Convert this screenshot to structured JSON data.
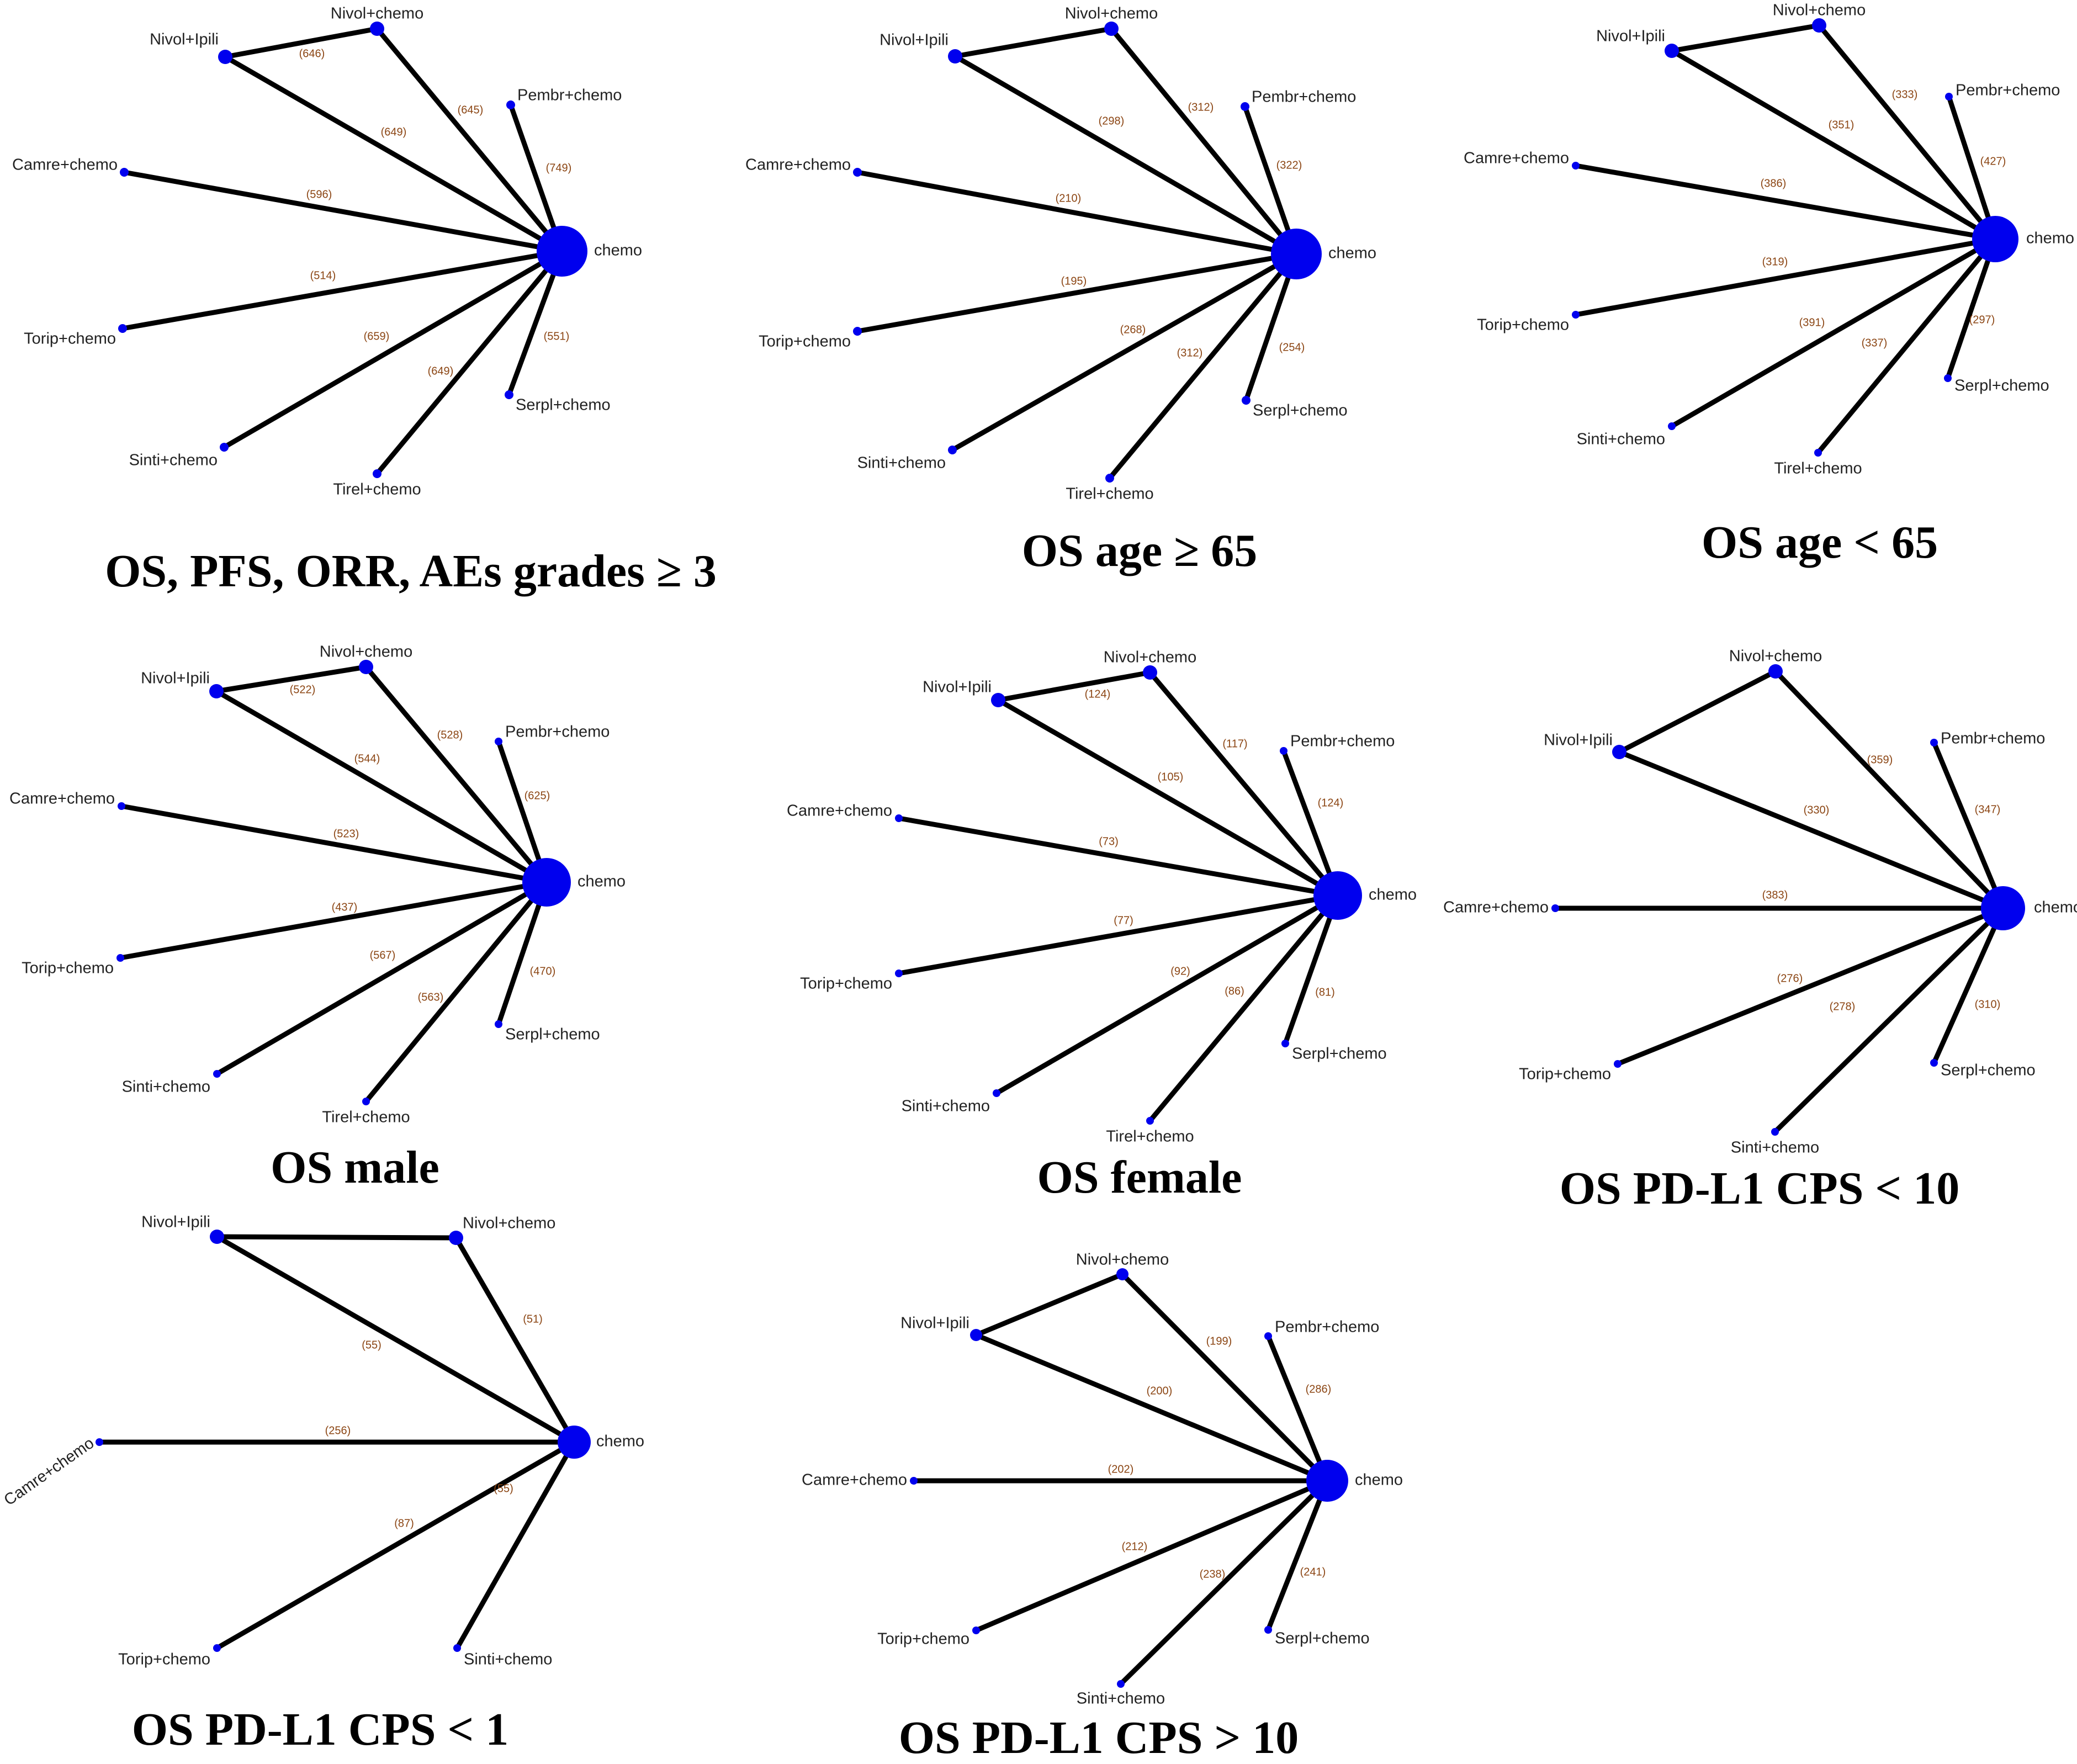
{
  "colors": {
    "node": "#0000ee",
    "edge": "#000000",
    "edge_label": "#8b4513",
    "node_label": "#222222"
  },
  "panels": [
    {
      "caption": "OS, PFS, ORR, AEs grades ≥ 3",
      "nodes": {
        "hub": "chemo",
        "nivip": "Nivol+Ipili",
        "nivch": "Nivol+chemo",
        "pem": "Pembr+chemo",
        "cam": "Camre+chemo",
        "tor": "Torip+chemo",
        "sin": "Sinti+chemo",
        "tir": "Tirel+chemo",
        "ser": "Serpl+chemo"
      },
      "edges": [
        {
          "a": "nivip",
          "b": "nivch",
          "n": "(646)"
        },
        {
          "a": "nivip",
          "b": "hub",
          "n": "(649)"
        },
        {
          "a": "nivch",
          "b": "hub",
          "n": "(645)"
        },
        {
          "a": "pem",
          "b": "hub",
          "n": "(749)"
        },
        {
          "a": "cam",
          "b": "hub",
          "n": "(596)"
        },
        {
          "a": "tor",
          "b": "hub",
          "n": "(514)"
        },
        {
          "a": "sin",
          "b": "hub",
          "n": "(659)"
        },
        {
          "a": "tir",
          "b": "hub",
          "n": "(649)"
        },
        {
          "a": "ser",
          "b": "hub",
          "n": "(551)"
        }
      ]
    },
    {
      "caption": "OS age ≥ 65",
      "nodes": {
        "hub": "chemo",
        "nivip": "Nivol+Ipili",
        "nivch": "Nivol+chemo",
        "pem": "Pembr+chemo",
        "cam": "Camre+chemo",
        "tor": "Torip+chemo",
        "sin": "Sinti+chemo",
        "tir": "Tirel+chemo",
        "ser": "Serpl+chemo"
      },
      "edges": [
        {
          "a": "nivip",
          "b": "nivch",
          "n": ""
        },
        {
          "a": "nivip",
          "b": "hub",
          "n": "(298)"
        },
        {
          "a": "nivch",
          "b": "hub",
          "n": "(312)"
        },
        {
          "a": "pem",
          "b": "hub",
          "n": "(322)"
        },
        {
          "a": "cam",
          "b": "hub",
          "n": "(210)"
        },
        {
          "a": "tor",
          "b": "hub",
          "n": "(195)"
        },
        {
          "a": "sin",
          "b": "hub",
          "n": "(268)"
        },
        {
          "a": "tir",
          "b": "hub",
          "n": "(312)"
        },
        {
          "a": "ser",
          "b": "hub",
          "n": "(254)"
        }
      ]
    },
    {
      "caption": "OS age < 65",
      "nodes": {
        "hub": "chemo",
        "nivip": "Nivol+Ipili",
        "nivch": "Nivol+chemo",
        "pem": "Pembr+chemo",
        "cam": "Camre+chemo",
        "tor": "Torip+chemo",
        "sin": "Sinti+chemo",
        "tir": "Tirel+chemo",
        "ser": "Serpl+chemo"
      },
      "edges": [
        {
          "a": "nivip",
          "b": "nivch",
          "n": ""
        },
        {
          "a": "nivip",
          "b": "hub",
          "n": "(351)"
        },
        {
          "a": "nivch",
          "b": "hub",
          "n": "(333)"
        },
        {
          "a": "pem",
          "b": "hub",
          "n": "(427)"
        },
        {
          "a": "cam",
          "b": "hub",
          "n": "(386)"
        },
        {
          "a": "tor",
          "b": "hub",
          "n": "(319)"
        },
        {
          "a": "sin",
          "b": "hub",
          "n": "(391)"
        },
        {
          "a": "tir",
          "b": "hub",
          "n": "(337)"
        },
        {
          "a": "ser",
          "b": "hub",
          "n": "(297)"
        }
      ]
    },
    {
      "caption": "OS male",
      "nodes": {
        "hub": "chemo",
        "nivip": "Nivol+Ipili",
        "nivch": "Nivol+chemo",
        "pem": "Pembr+chemo",
        "cam": "Camre+chemo",
        "tor": "Torip+chemo",
        "sin": "Sinti+chemo",
        "tir": "Tirel+chemo",
        "ser": "Serpl+chemo"
      },
      "edges": [
        {
          "a": "nivip",
          "b": "nivch",
          "n": "(522)"
        },
        {
          "a": "nivip",
          "b": "hub",
          "n": "(544)"
        },
        {
          "a": "nivch",
          "b": "hub",
          "n": "(528)"
        },
        {
          "a": "pem",
          "b": "hub",
          "n": "(625)"
        },
        {
          "a": "cam",
          "b": "hub",
          "n": "(523)"
        },
        {
          "a": "tor",
          "b": "hub",
          "n": "(437)"
        },
        {
          "a": "sin",
          "b": "hub",
          "n": "(567)"
        },
        {
          "a": "tir",
          "b": "hub",
          "n": "(563)"
        },
        {
          "a": "ser",
          "b": "hub",
          "n": "(470)"
        }
      ]
    },
    {
      "caption": "OS female",
      "nodes": {
        "hub": "chemo",
        "nivip": "Nivol+Ipili",
        "nivch": "Nivol+chemo",
        "pem": "Pembr+chemo",
        "cam": "Camre+chemo",
        "tor": "Torip+chemo",
        "sin": "Sinti+chemo",
        "tir": "Tirel+chemo",
        "ser": "Serpl+chemo"
      },
      "edges": [
        {
          "a": "nivip",
          "b": "nivch",
          "n": "(124)"
        },
        {
          "a": "nivip",
          "b": "hub",
          "n": "(105)"
        },
        {
          "a": "nivch",
          "b": "hub",
          "n": "(117)"
        },
        {
          "a": "pem",
          "b": "hub",
          "n": "(124)"
        },
        {
          "a": "cam",
          "b": "hub",
          "n": "(73)"
        },
        {
          "a": "tor",
          "b": "hub",
          "n": "(77)"
        },
        {
          "a": "sin",
          "b": "hub",
          "n": "(92)"
        },
        {
          "a": "tir",
          "b": "hub",
          "n": "(86)"
        },
        {
          "a": "ser",
          "b": "hub",
          "n": "(81)"
        }
      ]
    },
    {
      "caption": "OS PD-L1 CPS < 10",
      "nodes": {
        "hub": "chemo",
        "nivip": "Nivol+Ipili",
        "nivch": "Nivol+chemo",
        "pem": "Pembr+chemo",
        "cam": "Camre+chemo",
        "tor": "Torip+chemo",
        "sin": "Sinti+chemo",
        "ser": "Serpl+chemo"
      },
      "edges": [
        {
          "a": "nivip",
          "b": "nivch",
          "n": ""
        },
        {
          "a": "nivip",
          "b": "hub",
          "n": "(330)"
        },
        {
          "a": "nivch",
          "b": "hub",
          "n": "(359)"
        },
        {
          "a": "pem",
          "b": "hub",
          "n": "(347)"
        },
        {
          "a": "cam",
          "b": "hub",
          "n": "(383)"
        },
        {
          "a": "tor",
          "b": "hub",
          "n": "(276)"
        },
        {
          "a": "sin",
          "b": "hub",
          "n": "(278)"
        },
        {
          "a": "ser",
          "b": "hub",
          "n": "(310)"
        }
      ]
    },
    {
      "caption": "OS PD-L1 CPS < 1",
      "nodes": {
        "hub": "chemo",
        "nivip": "Nivol+Ipili",
        "nivch": "Nivol+chemo",
        "cam": "Camre+chemo",
        "tor": "Torip+chemo",
        "sin": "Sinti+chemo"
      },
      "edges": [
        {
          "a": "nivip",
          "b": "nivch",
          "n": ""
        },
        {
          "a": "nivip",
          "b": "hub",
          "n": "(55)"
        },
        {
          "a": "nivch",
          "b": "hub",
          "n": "(51)"
        },
        {
          "a": "cam",
          "b": "hub",
          "n": "(256)"
        },
        {
          "a": "tor",
          "b": "hub",
          "n": "(87)"
        },
        {
          "a": "sin",
          "b": "hub",
          "n": "(55)"
        }
      ]
    },
    {
      "caption": "OS PD-L1 CPS > 10",
      "nodes": {
        "hub": "chemo",
        "nivip": "Nivol+Ipili",
        "nivch": "Nivol+chemo",
        "pem": "Pembr+chemo",
        "cam": "Camre+chemo",
        "tor": "Torip+chemo",
        "sin": "Sinti+chemo",
        "ser": "Serpl+chemo"
      },
      "edges": [
        {
          "a": "nivip",
          "b": "nivch",
          "n": ""
        },
        {
          "a": "nivip",
          "b": "hub",
          "n": "(200)"
        },
        {
          "a": "nivch",
          "b": "hub",
          "n": "(199)"
        },
        {
          "a": "pem",
          "b": "hub",
          "n": "(286)"
        },
        {
          "a": "cam",
          "b": "hub",
          "n": "(202)"
        },
        {
          "a": "tor",
          "b": "hub",
          "n": "(212)"
        },
        {
          "a": "sin",
          "b": "hub",
          "n": "(238)"
        },
        {
          "a": "ser",
          "b": "hub",
          "n": "(241)"
        }
      ]
    }
  ]
}
